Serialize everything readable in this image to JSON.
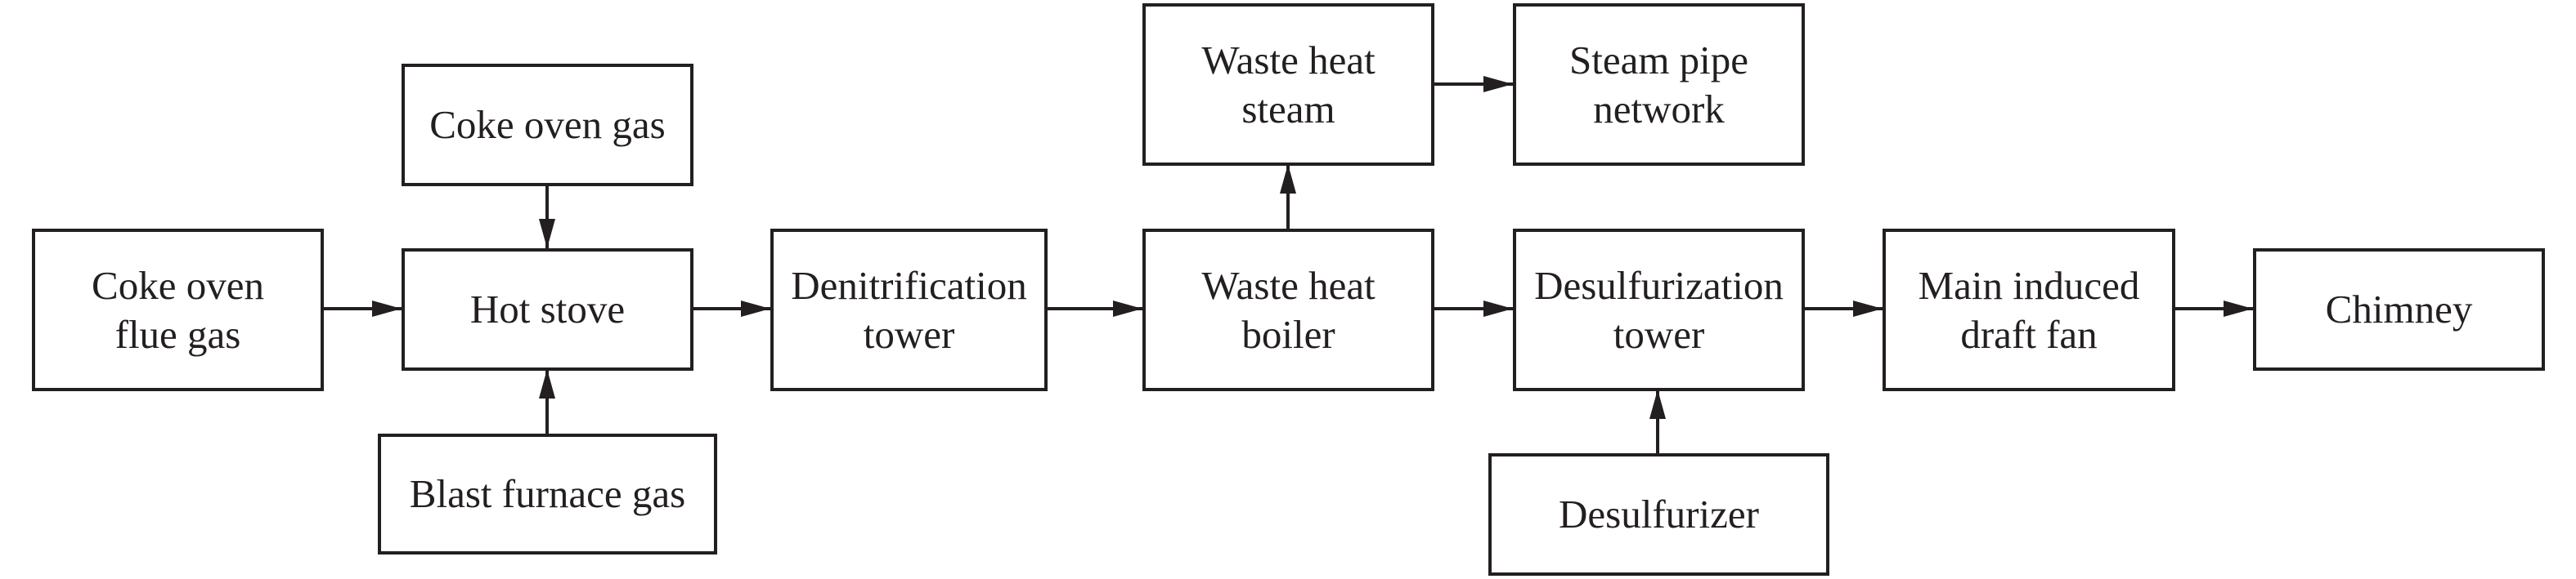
{
  "diagram": {
    "type": "process-flow",
    "colors": {
      "line": "#231f20",
      "background": "#ffffff"
    },
    "nodes": [
      {
        "id": "coke_oven_flue_gas",
        "label": "Coke oven\nflue gas"
      },
      {
        "id": "coke_oven_gas",
        "label": "Coke oven gas"
      },
      {
        "id": "hot_stove",
        "label": "Hot stove"
      },
      {
        "id": "blast_furnace_gas",
        "label": "Blast furnace gas"
      },
      {
        "id": "denitrification_tower",
        "label": "Denitrification\ntower"
      },
      {
        "id": "waste_heat_steam",
        "label": "Waste heat\nsteam"
      },
      {
        "id": "steam_pipe_network",
        "label": "Steam pipe\nnetwork"
      },
      {
        "id": "waste_heat_boiler",
        "label": "Waste heat\nboiler"
      },
      {
        "id": "desulfurization_tower",
        "label": "Desulfurization\ntower"
      },
      {
        "id": "desulfurizer",
        "label": "Desulfurizer"
      },
      {
        "id": "main_induced_draft_fan",
        "label": "Main induced\ndraft fan"
      },
      {
        "id": "chimney",
        "label": "Chimney"
      }
    ],
    "edges": [
      {
        "from": "coke_oven_flue_gas",
        "to": "hot_stove"
      },
      {
        "from": "coke_oven_gas",
        "to": "hot_stove"
      },
      {
        "from": "blast_furnace_gas",
        "to": "hot_stove"
      },
      {
        "from": "hot_stove",
        "to": "denitrification_tower"
      },
      {
        "from": "denitrification_tower",
        "to": "waste_heat_boiler"
      },
      {
        "from": "waste_heat_boiler",
        "to": "waste_heat_steam"
      },
      {
        "from": "waste_heat_steam",
        "to": "steam_pipe_network"
      },
      {
        "from": "waste_heat_boiler",
        "to": "desulfurization_tower"
      },
      {
        "from": "desulfurizer",
        "to": "desulfurization_tower"
      },
      {
        "from": "desulfurization_tower",
        "to": "main_induced_draft_fan"
      },
      {
        "from": "main_induced_draft_fan",
        "to": "chimney"
      }
    ]
  }
}
